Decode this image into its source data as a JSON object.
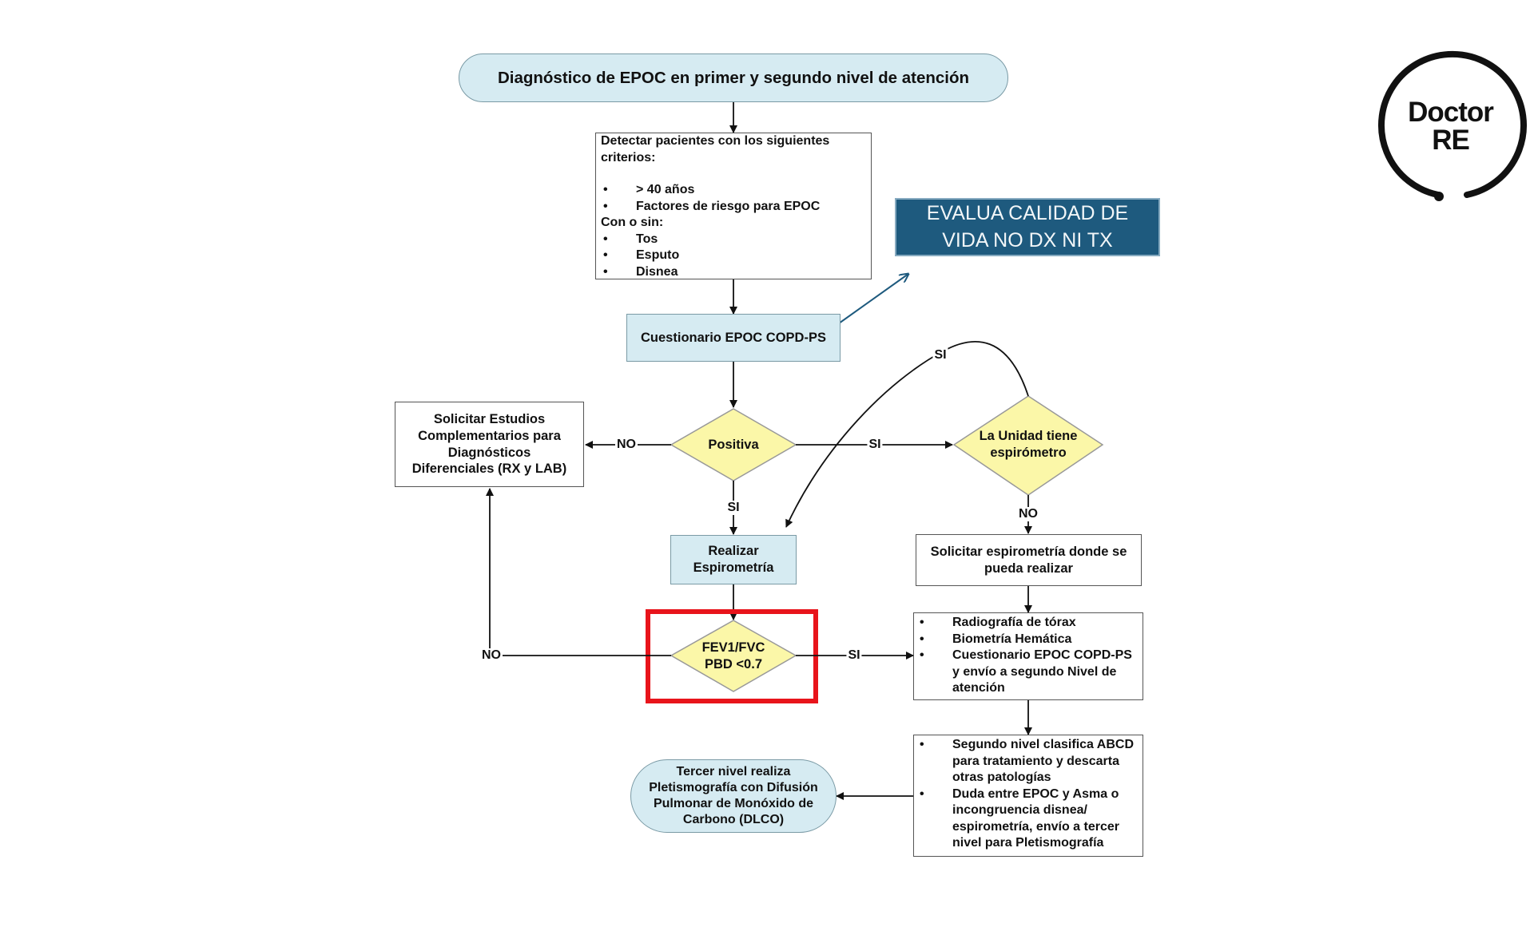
{
  "title": "Diagnóstico de EPOC en primer y segundo nivel  de atención",
  "detect": {
    "heading": "Detectar pacientes con los siguientes criterios:",
    "criteria": [
      "> 40 años",
      "Factores de riesgo para EPOC"
    ],
    "con_o_sin": "Con o sin:",
    "symptoms": [
      "Tos",
      "Esputo",
      "Disnea"
    ]
  },
  "banner": {
    "line1": "EVALUA CALIDAD DE",
    "line2": "VIDA NO DX NI TX"
  },
  "questionnaire": "Cuestionario EPOC COPD-PS",
  "positiva": "Positiva",
  "solicitar_estudios": {
    "line1": "Solicitar Estudios",
    "line2": "Complementarios  para",
    "line3": "Diagnósticos",
    "line4": "Diferenciales  (RX y LAB)"
  },
  "unidad": {
    "line1": "La Unidad tiene",
    "line2": "espirómetro"
  },
  "realizar": {
    "line1": "Realizar",
    "line2": "Espirometría"
  },
  "solicitar_espirometria": {
    "line1": "Solicitar espirometría donde se",
    "line2": "pueda realizar"
  },
  "fev": {
    "line1": "FEV1/FVC",
    "line2": "PBD <0.7"
  },
  "estudios": [
    "Radiografía de tórax",
    "Biometría Hemática",
    "Cuestionario EPOC COPD-PS y envío a segundo Nivel de atención"
  ],
  "segundo_nivel": [
    "Segundo nivel clasifica ABCD para tratamiento y descarta otras patologías",
    "Duda entre EPOC y Asma o incongruencia disnea/ espirometría, envío a tercer nivel para Pletismografía"
  ],
  "tercer_nivel": {
    "line1": "Tercer nivel realiza",
    "line2": "Pletismografía con Difusión",
    "line3": "Pulmonar de Monóxido de",
    "line4": "Carbono (DLCO)"
  },
  "labels": {
    "no_positiva": "NO",
    "si_positiva_right": "SI",
    "si_positiva_down": "SI",
    "no_unidad": "NO",
    "si_unidad_curve": "SI",
    "no_fev": "NO",
    "si_fev": "SI"
  },
  "logo": {
    "line1": "Doctor",
    "line2": "RE"
  },
  "colors": {
    "light_blue_fill": "#d6ebf2",
    "diamond_fill": "#fbf7a8",
    "banner_fill": "#1e5a7e",
    "highlight": "#e8141b"
  }
}
